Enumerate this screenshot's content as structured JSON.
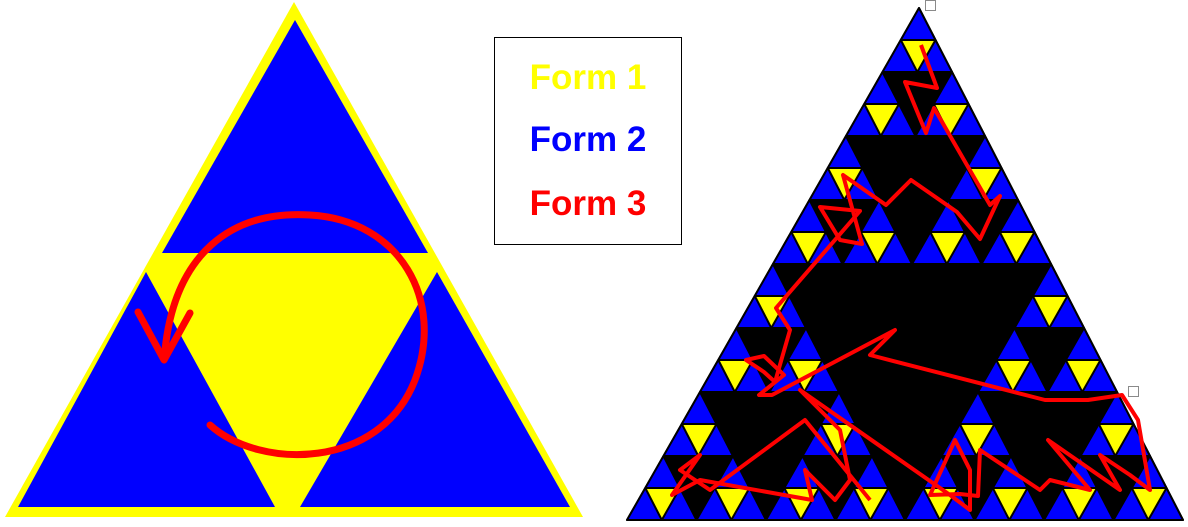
{
  "legend": {
    "items": [
      {
        "label": "Form 1",
        "color": "#ffff00"
      },
      {
        "label": "Form 2",
        "color": "#0000ff"
      },
      {
        "label": "Form 3",
        "color": "#ff0000"
      }
    ]
  },
  "colors": {
    "yellow": "#ffff00",
    "blue": "#0000ff",
    "red": "#ff0000",
    "black": "#000000"
  },
  "left_figure": {
    "description_shapes": [
      "outer-triangle",
      "top-corner-triangle",
      "left-corner-triangle",
      "right-corner-triangle",
      "center-inverted-triangle",
      "circular-arrow"
    ]
  },
  "right_figure": {
    "subdivision_levels": 3
  }
}
